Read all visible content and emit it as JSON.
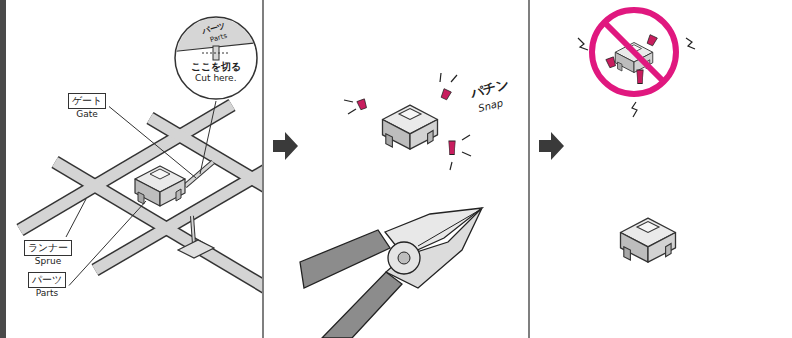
{
  "diagram": {
    "nodes": [
      {
        "text": [
          "ゲート",
          "Gate"
        ]
      },
      {
        "text": [
          "パーツ",
          "Parts",
          "ここを切る",
          "Cut here."
        ]
      },
      {
        "text": [
          "ランナー",
          "Sprue"
        ]
      },
      {
        "text": [
          "パーツ",
          "Parts"
        ]
      }
    ],
    "labels": [
      "パチン",
      "Snap"
    ]
  }
}
